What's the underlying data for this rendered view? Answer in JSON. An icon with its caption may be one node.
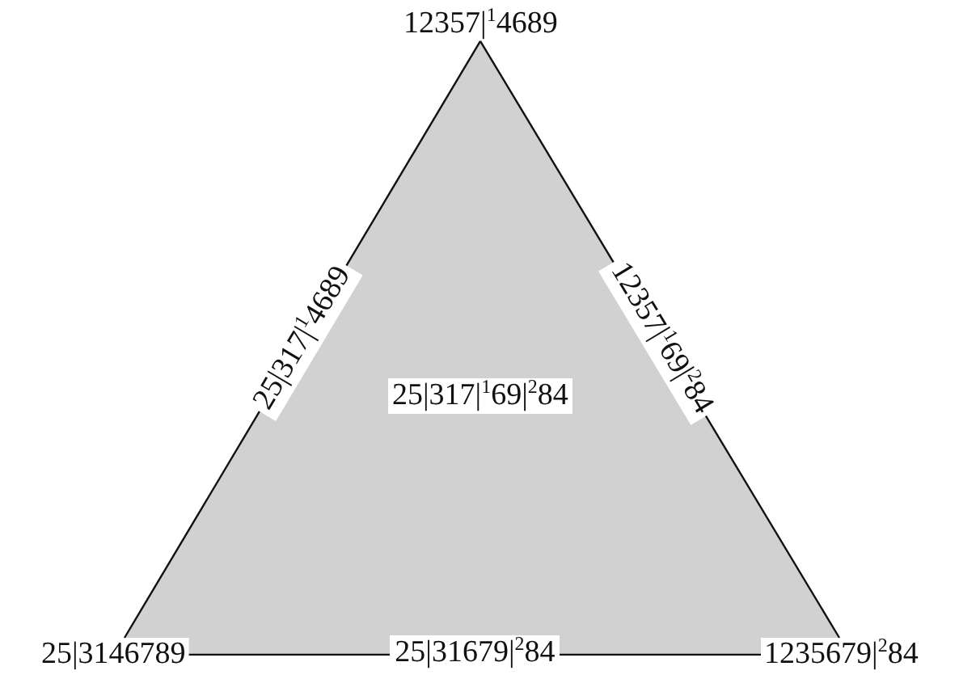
{
  "diagram": {
    "nodes": [
      {
        "text": [
          "12357|$^{1}$4689"
        ]
      },
      {
        "text": [
          "25|3146789"
        ]
      },
      {
        "text": [
          "1235679|$^{2}$84"
        ]
      }
    ],
    "edges": [
      {
        "from": 1,
        "to": 0,
        "arrow": "none",
        "label": "25|317|$^{1}$4689"
      },
      {
        "from": 0,
        "to": 2,
        "arrow": "none",
        "label": "12357|$^{1}$69|$^{2}$84"
      },
      {
        "from": 1,
        "to": 2,
        "arrow": "none",
        "label": "25|31679|$^{2}$84"
      }
    ],
    "labels": [
      "25|317|$^{1}$69|$^{2}$84"
    ]
  }
}
